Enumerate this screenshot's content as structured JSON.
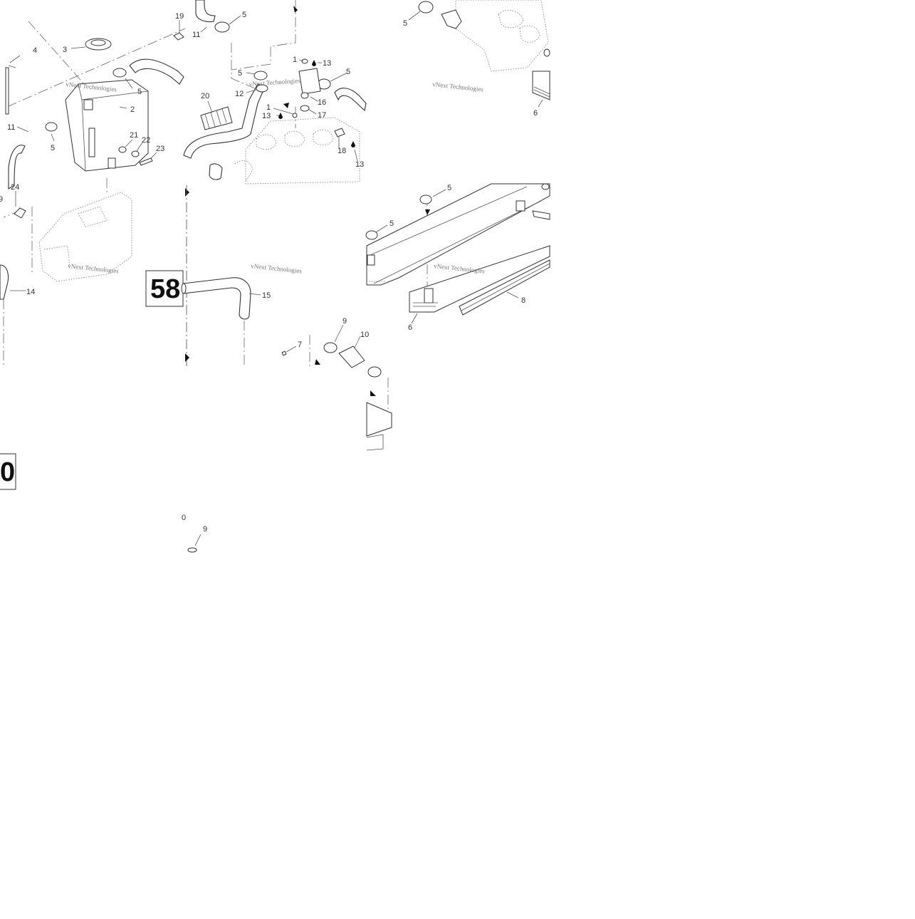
{
  "watermark": "vNext Technologies",
  "plates": {
    "main": "58",
    "edge": "0"
  },
  "callouts": {
    "c19": "19",
    "c11a": "11",
    "c5a": "5",
    "c5b": "5",
    "c4": "4",
    "c3": "3",
    "c5c": "5",
    "c2": "2",
    "c11b": "11",
    "c5d": "5",
    "c21": "21",
    "c22": "22",
    "c23": "23",
    "c24": "24",
    "c9a": "9",
    "c14": "14",
    "c20": "20",
    "c12": "12",
    "c5e": "5",
    "c1a": "1",
    "c13a": "13",
    "c5f": "5",
    "c16": "16",
    "c1b": "1",
    "c17": "17",
    "c13b": "13",
    "c18": "18",
    "c13c": "13",
    "c6a": "6",
    "c5g": "5",
    "c5h": "5",
    "c15": "15",
    "c8": "8",
    "c6b": "6",
    "c9b": "9",
    "c10a": "10",
    "c7": "7",
    "c10b": "0",
    "c9c": "9"
  }
}
